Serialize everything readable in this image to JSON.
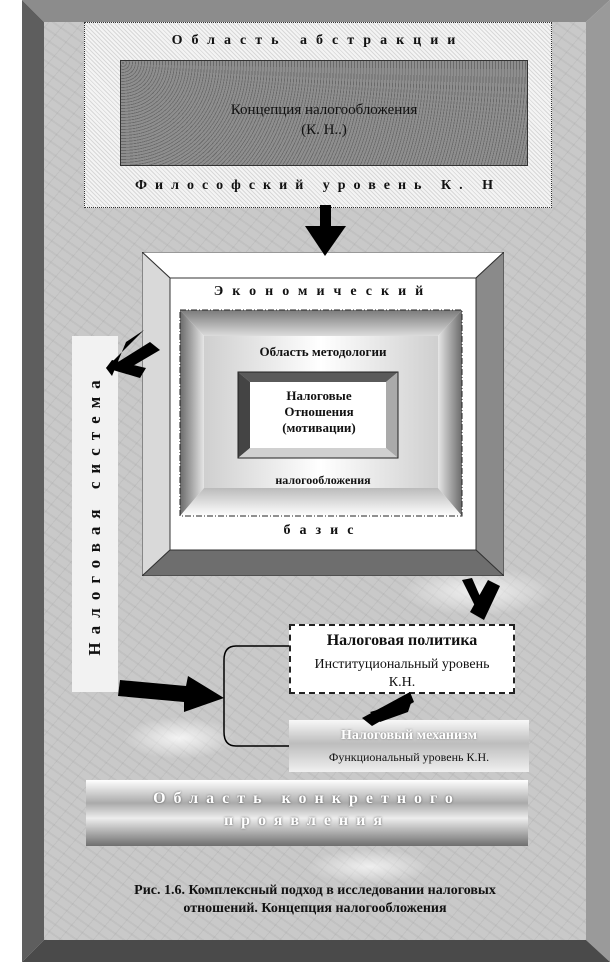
{
  "abstraction": {
    "title": "Область абстракции",
    "concept_line1": "Концепция налогообложения",
    "concept_line2": "(К. Н..)",
    "level": "Философский уровень К. Н"
  },
  "economic": {
    "title": "Экономический",
    "methodology": "Область методологии",
    "relations_line1": "Налоговые",
    "relations_line2": "Отношения",
    "relations_line3": "(мотивации)",
    "taxation": "налогообложения",
    "basis": "базис"
  },
  "tax_system": {
    "label": "Налоговая система"
  },
  "tax_policy": {
    "title": "Налоговая политика",
    "line1": "Институциональный уровень",
    "line2": "К.Н."
  },
  "tax_mechanism": {
    "title": "Налоговый механизм",
    "line1": "Функциональный уровень К.Н."
  },
  "concrete": {
    "line1": "Область конкретного",
    "line2": "проявления"
  },
  "caption": {
    "line1": "Рис. 1.6. Комплексный подход в исследовании налоговых",
    "line2": "отношений.  Концепция налогообложения"
  }
}
